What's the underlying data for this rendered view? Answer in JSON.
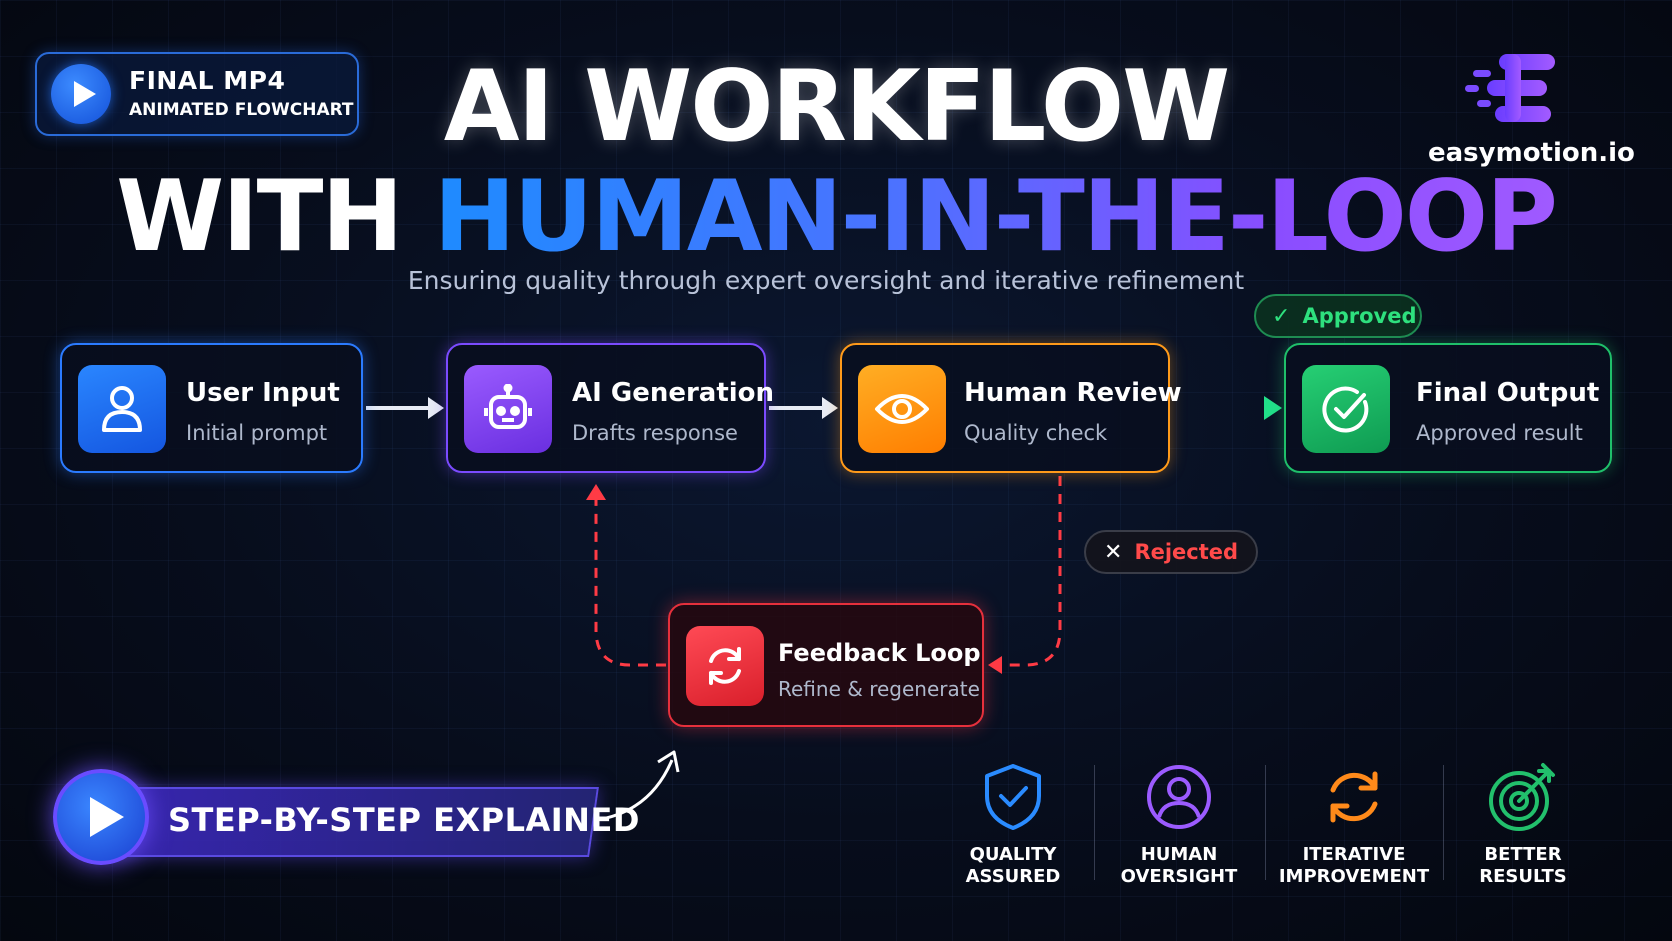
{
  "badge": {
    "line1": "FINAL MP4",
    "line2": "ANIMATED FLOWCHART"
  },
  "title": {
    "line1": "AI WORKFLOW",
    "line2_white": "WITH ",
    "line2_gradient": "HUMAN-IN-THE-LOOP"
  },
  "subtitle": "Ensuring quality through expert oversight and iterative refinement",
  "logo": {
    "text": "easymotion.io",
    "icon": "easymotion-e-icon"
  },
  "nodes": {
    "user_input": {
      "title": "User Input",
      "subtitle": "Initial prompt",
      "icon": "user-icon",
      "color": "#2b7bff"
    },
    "ai_generation": {
      "title": "AI Generation",
      "subtitle": "Drafts response",
      "icon": "robot-icon",
      "color": "#7b4bff"
    },
    "human_review": {
      "title": "Human Review",
      "subtitle": "Quality check",
      "icon": "eye-icon",
      "color": "#ff9a1a"
    },
    "final_output": {
      "title": "Final Output",
      "subtitle": "Approved result",
      "icon": "check-circle-icon",
      "color": "#1fbf6a"
    },
    "feedback_loop": {
      "title": "Feedback Loop",
      "subtitle": "Refine & regenerate",
      "icon": "refresh-icon",
      "color": "#e6303c"
    }
  },
  "labels": {
    "approved": "Approved",
    "rejected": "Rejected"
  },
  "banner": {
    "text": "STEP-BY-STEP EXPLAINED"
  },
  "features": [
    {
      "label": "QUALITY\nASSURED",
      "icon": "shield-check-icon",
      "color": "#2a8bff"
    },
    {
      "label": "HUMAN\nOVERSIGHT",
      "icon": "person-circle-icon",
      "color": "#9b5bff"
    },
    {
      "label": "ITERATIVE\nIMPROVEMENT",
      "icon": "refresh-icon",
      "color": "#ff8a1a"
    },
    {
      "label": "BETTER\nRESULTS",
      "icon": "target-icon",
      "color": "#22c06c"
    }
  ]
}
